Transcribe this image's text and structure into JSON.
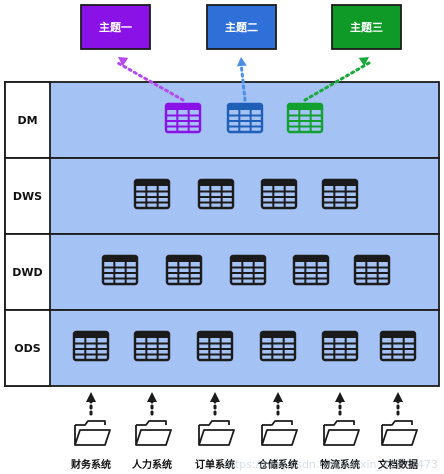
{
  "topics": [
    {
      "label": "主题一",
      "color": "#8b12e6",
      "arrow_color": "#b54af0"
    },
    {
      "label": "主题二",
      "color": "#2f6fd8",
      "arrow_color": "#4a8fe8"
    },
    {
      "label": "主题三",
      "color": "#0f9a28",
      "arrow_color": "#19a83a"
    }
  ],
  "layers": [
    {
      "label": "DM",
      "table_count": 3
    },
    {
      "label": "DWS",
      "table_count": 4
    },
    {
      "label": "DWD",
      "table_count": 5
    },
    {
      "label": "ODS",
      "table_count": 6
    }
  ],
  "sources": [
    "财务系统",
    "人力系统",
    "订单系统",
    "仓储系统",
    "物流系统",
    "文档数据"
  ],
  "watermark": "https://blog.csdn.net/weixin_43277473",
  "colors": {
    "layer_fill": "#a4c2f4",
    "border": "#1b1b1b",
    "table_default": "#1b1b1b",
    "dm_tables": [
      "#8b12e6",
      "#1f5fb8",
      "#12a02e"
    ]
  }
}
